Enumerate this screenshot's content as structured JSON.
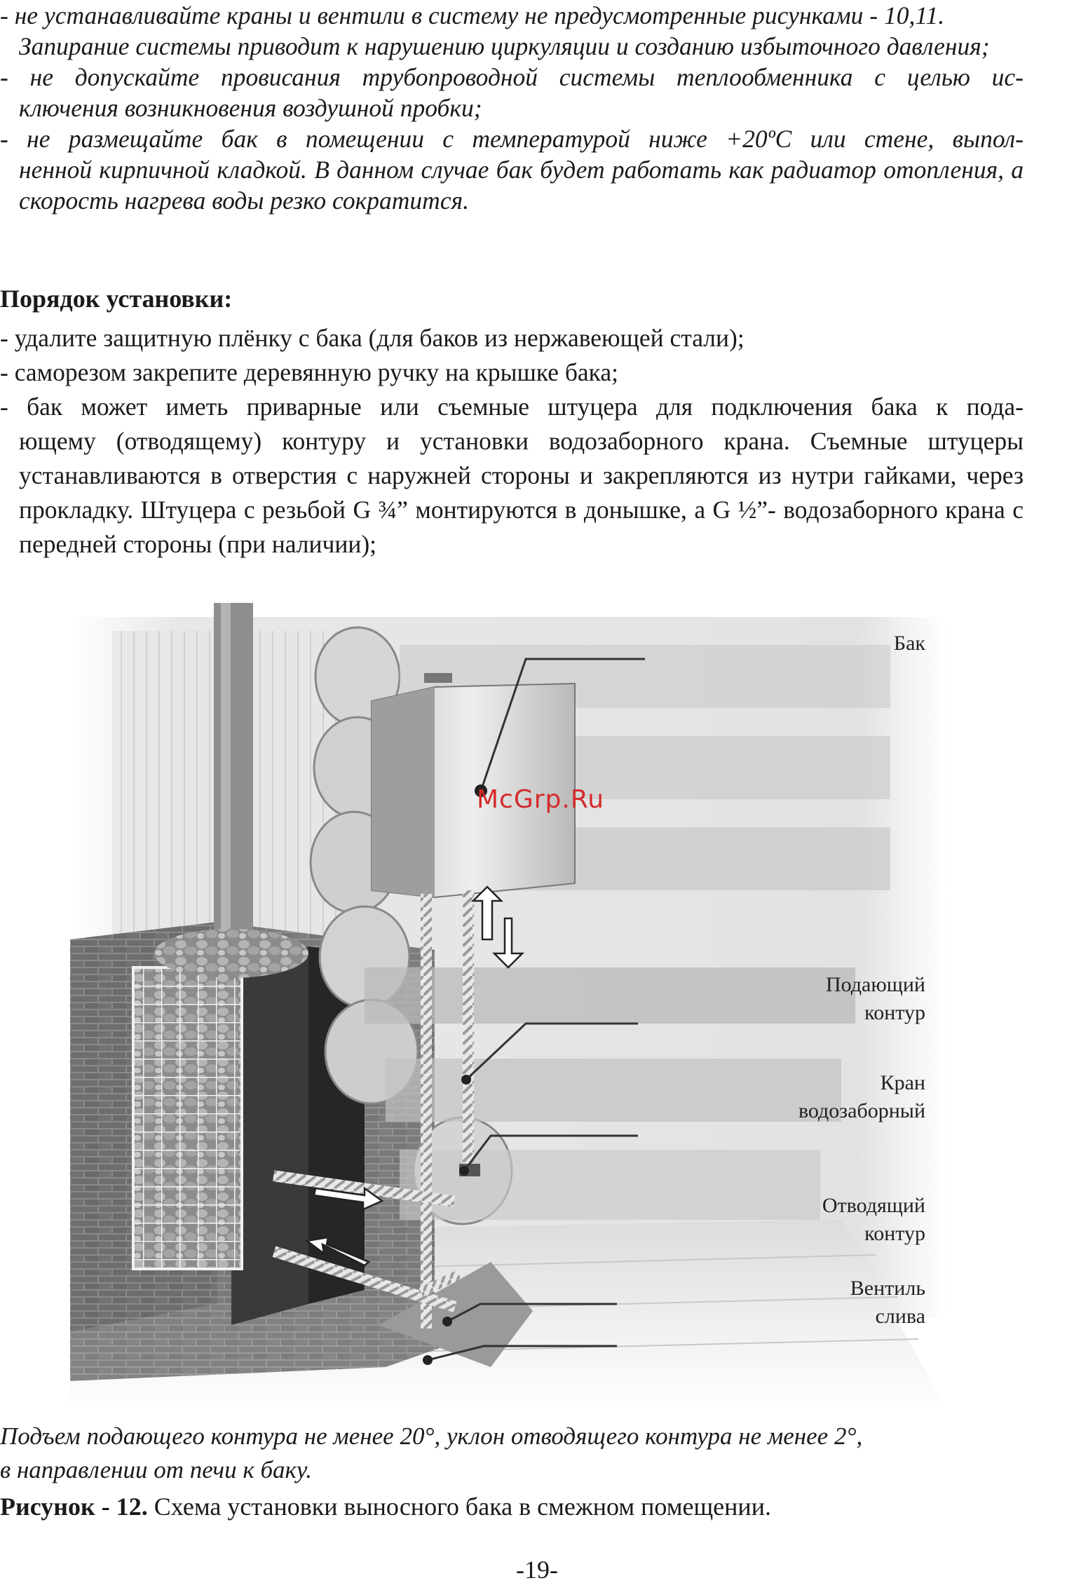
{
  "warnings": [
    {
      "first": "- не устанавливайте краны и вентили в систему не предусмотренные рисунками - 10,11.",
      "rest": "Запирание системы приводит к нарушению циркуляции и созданию избыточного давления;"
    },
    {
      "first": "- не допускайте провисания трубопроводной системы теплообменника с целью ис-",
      "rest": "ключения возникновения воздушной пробки;"
    },
    {
      "first": "- не размещайте бак в помещении с температурой ниже +20ºС или стене, выпол-",
      "rest": "ненной кирпичной кладкой. В данном случае бак будет работать как радиатор отопления, а скорость нагрева воды резко сократится."
    }
  ],
  "install": {
    "heading": "Порядок установки:",
    "items": [
      {
        "first": "- удалите защитную плёнку с бака (для баков из нержавеющей стали);",
        "rest": ""
      },
      {
        "first": "- саморезом закрепите деревянную ручку на крышке бака;",
        "rest": ""
      },
      {
        "first": "- бак может иметь приварные или съемные штуцера для подключения бака к пода-",
        "rest": "ющему (отводящему) контуру и установки водозаборного крана. Съемные штуцеры устанавливаются в отверстия с наружней стороны и закрепляются из нутри гайками, через прокладку. Штуцера с резьбой G ¾” монтируются в донышке, а G ½”- водозаборного крана с передней стороны (при наличии);"
      }
    ]
  },
  "figure": {
    "labels": {
      "tank": "Бак",
      "supply_1": "Подающий",
      "supply_2": "контур",
      "tap_1": "Кран",
      "tap_2": "водозаборный",
      "return_1": "Отводящий",
      "return_2": "контур",
      "drain_1": "Вентиль",
      "drain_2": "слива"
    },
    "watermark": "McGrp.Ru"
  },
  "caption": {
    "line1": "Подъем подающего контура не менее 20°, уклон отводящего контура не менее  2°,",
    "line2": "в направлении от печи к баку."
  },
  "figure_title": {
    "prefix": "Рисунок - 12.",
    "text": " Схема установки выносного бака в смежном помещении."
  },
  "page_number": "-19-"
}
